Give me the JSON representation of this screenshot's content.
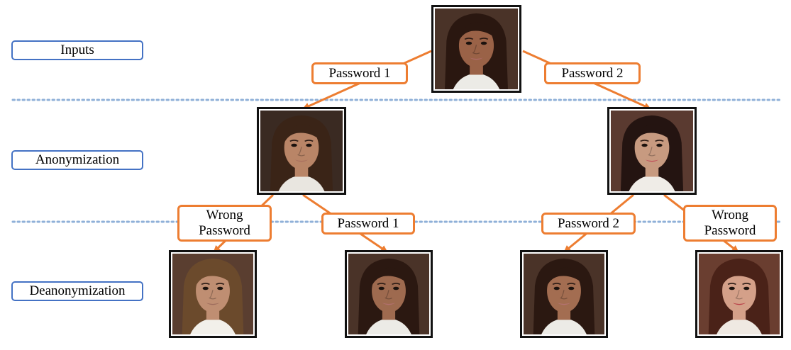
{
  "stages": {
    "inputs": "Inputs",
    "anonymization": "Anonymization",
    "deanonymization": "Deanonymization"
  },
  "passwords": {
    "top_left": "Password 1",
    "top_right": "Password 2",
    "left_wrong": "Wrong\nPassword",
    "left_correct": "Password 1",
    "right_correct": "Password 2",
    "right_wrong": "Wrong\nPassword"
  },
  "faces": {
    "input": {
      "hair": "#2a1710",
      "skin": "#9a6247",
      "lips": "#b06a6a",
      "bg": "#4a3328",
      "shirt": "#ecebe6"
    },
    "anon_1": {
      "hair": "#3a2417",
      "skin": "#b98567",
      "lips": "#a9705f",
      "bg": "#3a2a22",
      "shirt": "#e9e6e0"
    },
    "anon_2": {
      "hair": "#241411",
      "skin": "#c79a80",
      "lips": "#c0505a",
      "bg": "#5a3a30",
      "shirt": "#efece7"
    },
    "deanon_wrong_1": {
      "hair": "#6b4a2c",
      "skin": "#bf8e72",
      "lips": "#9c6b5c",
      "bg": "#5a3e30",
      "shirt": "#f2f0ea"
    },
    "deanon_correct_1": {
      "hair": "#2b1811",
      "skin": "#9e6a4f",
      "lips": "#b27070",
      "bg": "#4a3328",
      "shirt": "#ecebe6"
    },
    "deanon_correct_2": {
      "hair": "#2b1811",
      "skin": "#a36d51",
      "lips": "#b47272",
      "bg": "#4a3328",
      "shirt": "#ecebe6"
    },
    "deanon_wrong_2": {
      "hair": "#4a2218",
      "skin": "#d4a089",
      "lips": "#b83a44",
      "bg": "#6a3e30",
      "shirt": "#efe9e2"
    }
  },
  "colors": {
    "stage_border": "#4472c4",
    "password_border": "#ed7d31",
    "arrow": "#ed7d31",
    "divider": "#8fb0d8"
  }
}
